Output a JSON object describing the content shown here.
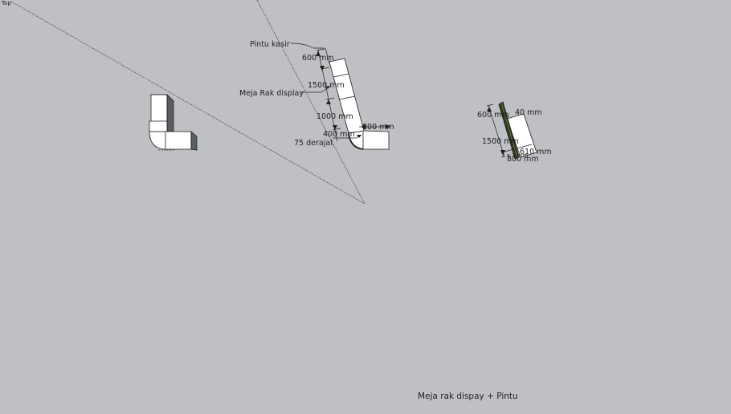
{
  "viewport": {
    "view_name": "Top"
  },
  "scene": {
    "caption": "Meja rak dispay + Pintu"
  },
  "annotations": {
    "label_door": "Pintu kasir",
    "label_shelf": "Meja Rak display",
    "label_angle": "75 derajat",
    "middle": {
      "dim_600": "600 mm",
      "dim_1500": "1500 mm",
      "dim_1000": "1000 mm",
      "dim_400": "400 mm",
      "dim_800": "800 mm"
    },
    "right": {
      "dim_600": "600 mm",
      "dim_40": "40 mm",
      "dim_1500": "1500 mm",
      "dim_610": "610 mm",
      "dim_bottom": "800 mm",
      "dim_small": "2 x 3 mm"
    }
  },
  "colors": {
    "background": "#bfc0c4",
    "line": "#1e1e1e",
    "face": "#ffffff",
    "shade": "#5a5d62",
    "door": "#2e3a1e"
  }
}
